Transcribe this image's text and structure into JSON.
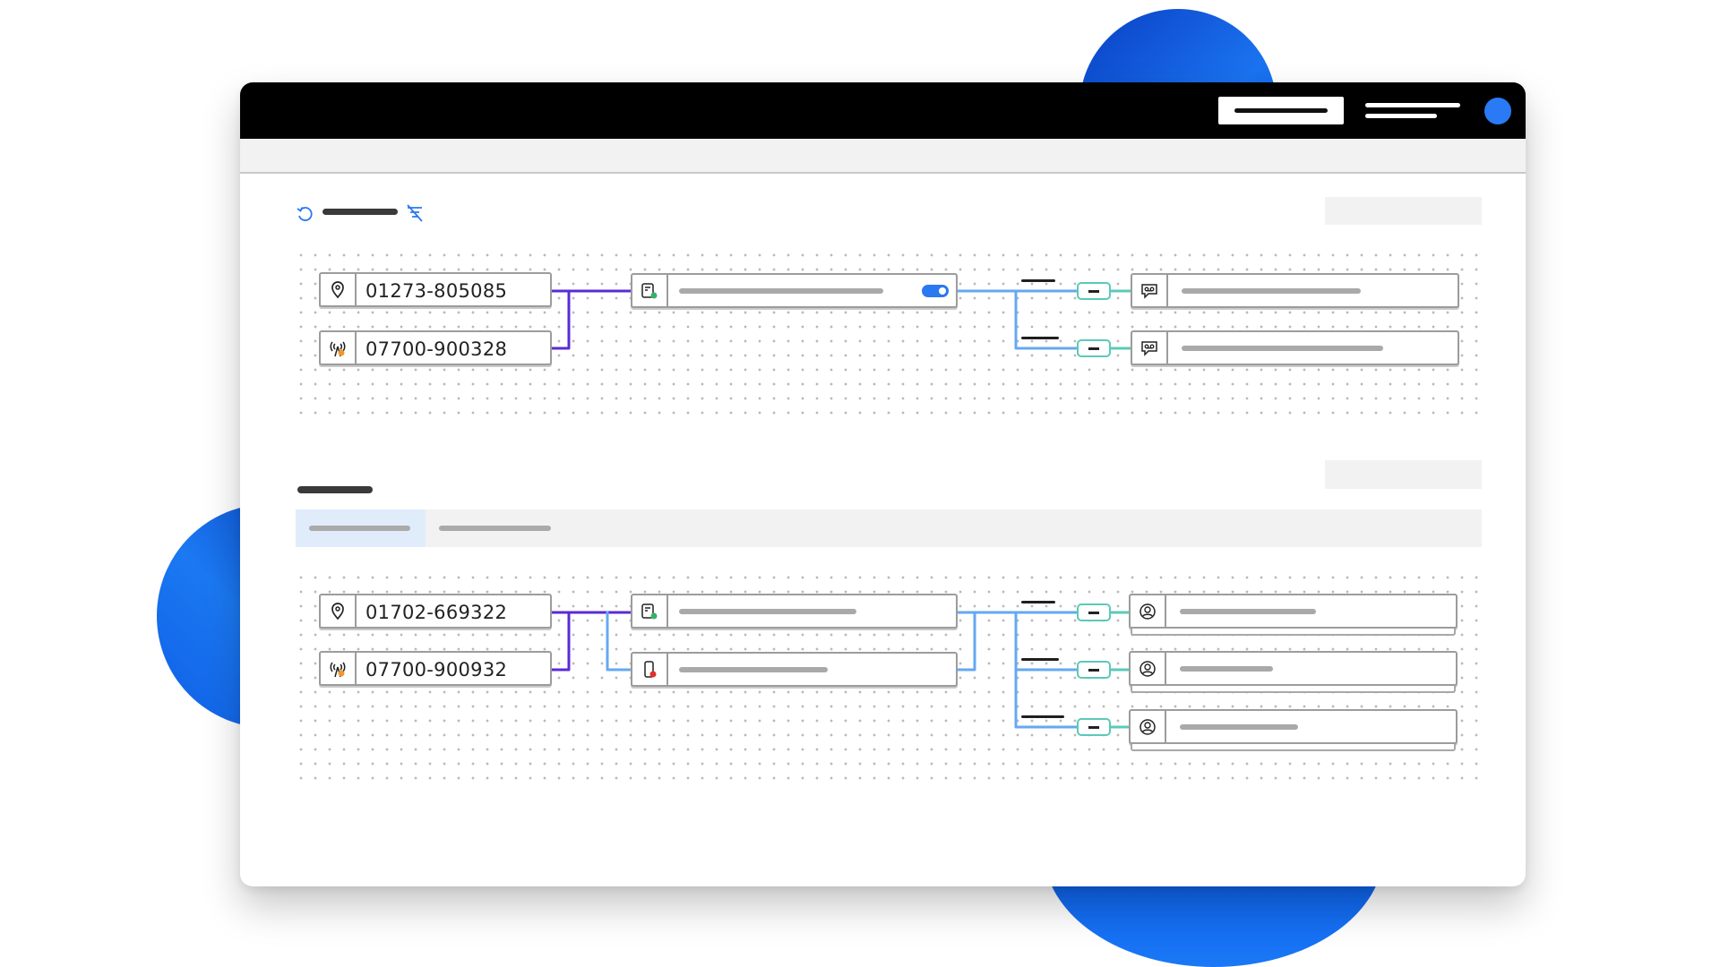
{
  "colors": {
    "accent_blue": "#2b78f0",
    "wire_purple": "#5a2bd6",
    "wire_blue": "#66a8f2",
    "wire_teal": "#5cc9b8",
    "titlebar": "#000000"
  },
  "icons": {
    "refresh": "refresh-icon",
    "filter_off": "filter-off-icon",
    "location": "location-pin-icon",
    "signal": "signal-tower-icon",
    "phone_system": "phone-system-icon",
    "voicemail": "voicemail-icon",
    "user": "user-icon",
    "mobile": "mobile-phone-icon"
  },
  "section1": {
    "numbers": [
      "01273-805085",
      "07700-900328"
    ],
    "toggle_on": true
  },
  "section2": {
    "numbers": [
      "01702-669322",
      "07700-900932"
    ]
  }
}
